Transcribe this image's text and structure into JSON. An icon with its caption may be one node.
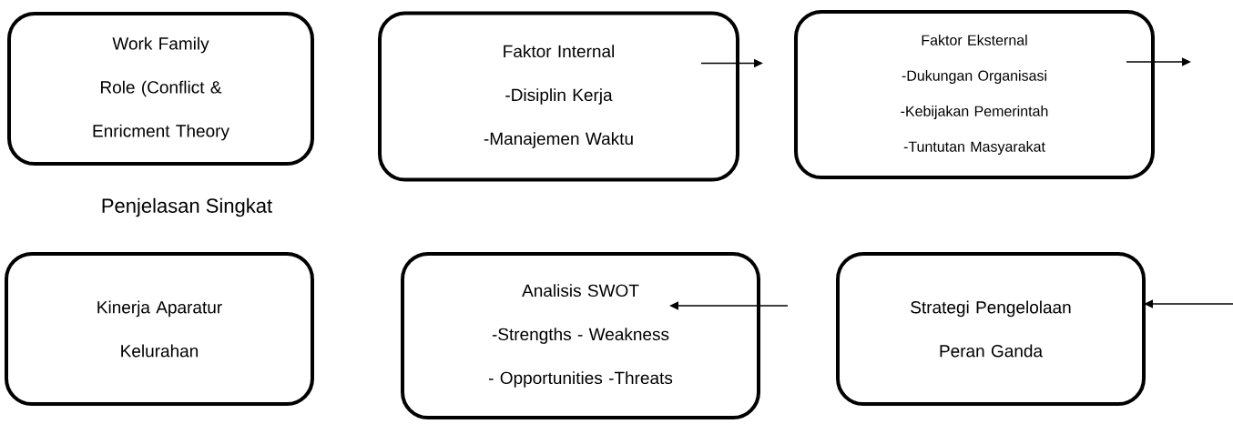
{
  "diagram": {
    "nodes": [
      {
        "text": [
          "Work Family Role (Conflict & Enricment Theory"
        ]
      },
      {
        "text": [
          "Faktor Internal",
          "-Disiplin Kerja",
          "-Manajemen Waktu"
        ]
      },
      {
        "text": [
          "Faktor Eksternal",
          "-Dukungan Organisasi",
          "-Kebijakan Pemerintah",
          "-Tuntutan Masyarakat"
        ]
      },
      {
        "text": [
          "Kinerja Aparatur Kelurahan"
        ]
      },
      {
        "text": [
          "Analisis SWOT",
          "-Strengths - Weakness",
          "- Opportunities -Threats"
        ]
      },
      {
        "text": [
          "Strategi Pengelolaan Peran Ganda"
        ]
      }
    ],
    "edges": [
      {
        "from": 1,
        "to": null,
        "arrow": "to"
      },
      {
        "from": 2,
        "to": null,
        "arrow": "to"
      },
      {
        "from": null,
        "to": 5,
        "arrow": "to"
      },
      {
        "from": null,
        "to": 4,
        "arrow": "to"
      }
    ],
    "labels": [
      "Penjelasan Singkat"
    ]
  }
}
